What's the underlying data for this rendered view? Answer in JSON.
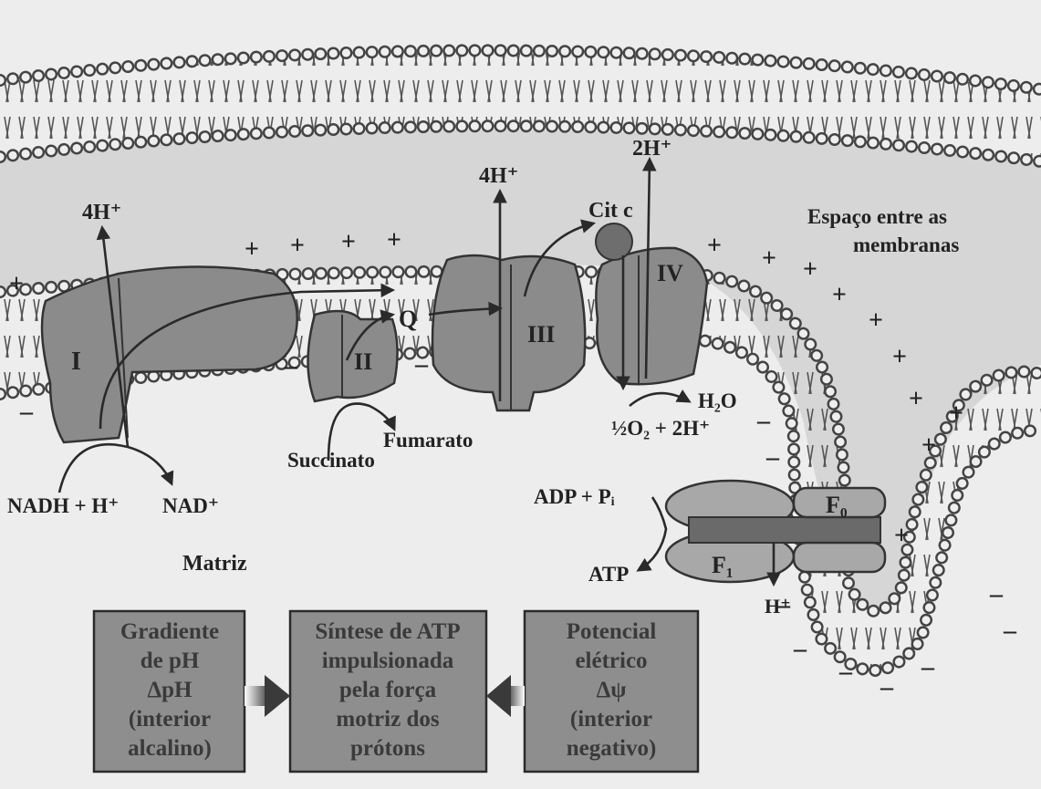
{
  "labels": {
    "h4_left": "4H⁺",
    "h4_mid": "4H⁺",
    "h2": "2H⁺",
    "cytc": "Cit c",
    "intermembrane_line1": "Espaço entre as",
    "intermembrane_line2": "membranas",
    "complex_I": "I",
    "complex_II": "II",
    "complex_III": "III",
    "complex_IV": "IV",
    "q": "Q",
    "h2o": "H₂O",
    "o2": "½O₂ + 2H⁺",
    "fumarato": "Fumarato",
    "succinato": "Succinato",
    "nadh": "NADH + H⁺",
    "nad": "NAD⁺",
    "adp": "ADP + Pᵢ",
    "atp": "ATP",
    "f0": "F₀",
    "f1": "F₁",
    "h_plus": "H⁺",
    "matriz": "Matriz"
  },
  "boxes": {
    "left": [
      "Gradiente",
      "de pH",
      "ΔpH",
      "(interior",
      "alcalino)"
    ],
    "middle": [
      "Síntese de ATP",
      "impulsionada",
      "pela força",
      "motriz dos",
      "prótons"
    ],
    "right": [
      "Potencial",
      "elétrico",
      "Δψ",
      "(interior",
      "negativo)"
    ]
  },
  "colors": {
    "background": "#ededed",
    "intermembrane": "#d6d6d6",
    "complex": "#8b8b8b",
    "box_fill": "#8e8e8e",
    "box_text": "#3a3a3a"
  }
}
